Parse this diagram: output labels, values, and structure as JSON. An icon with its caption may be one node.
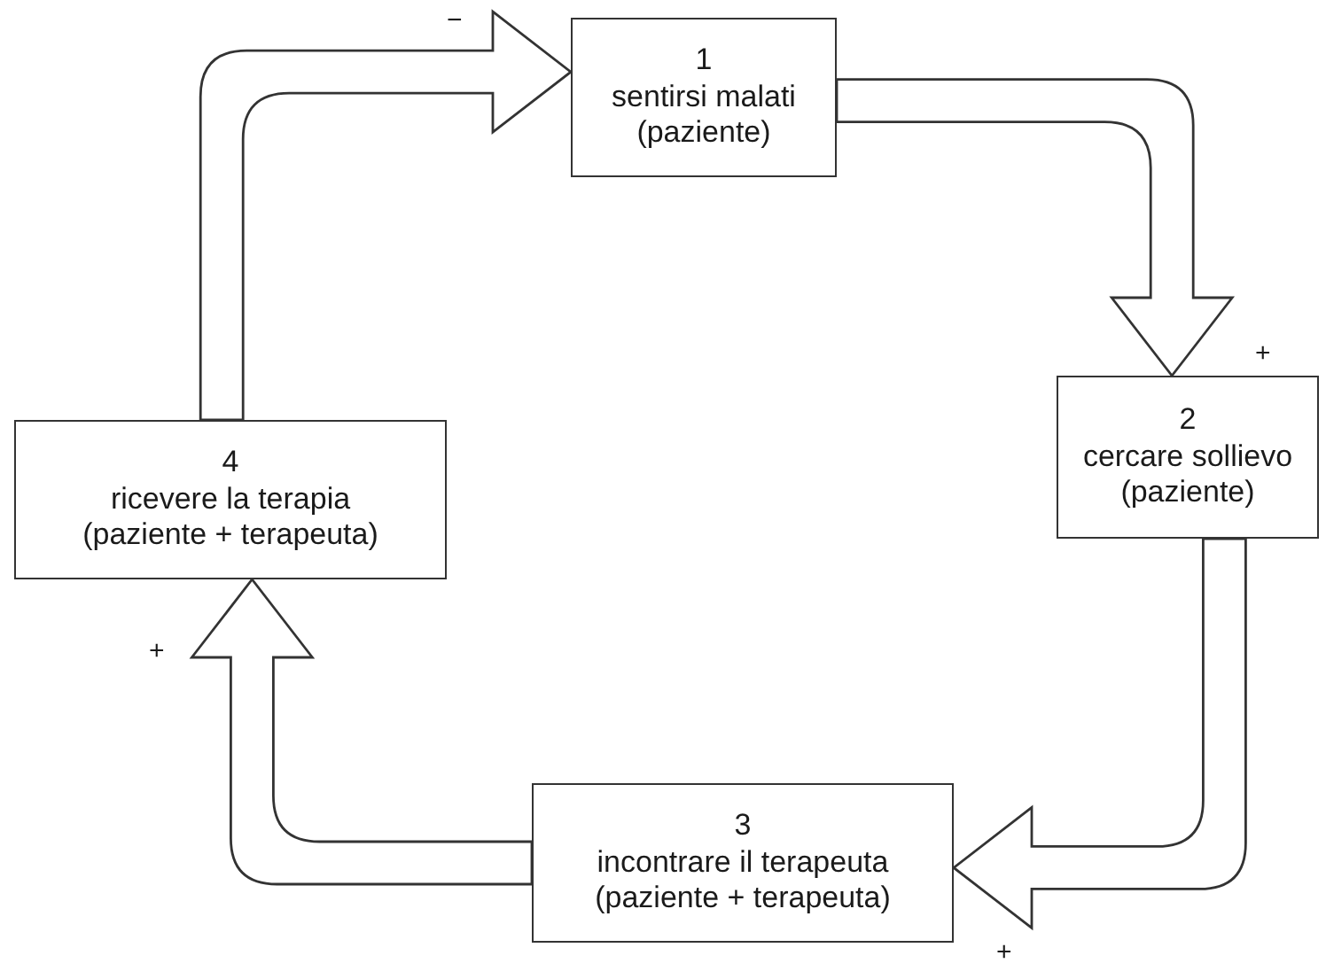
{
  "diagram": {
    "nodes": [
      {
        "text": [
          "1",
          "sentirsi malati",
          "(paziente)"
        ]
      },
      {
        "text": [
          "2",
          "cercare sollievo",
          "(paziente)"
        ]
      },
      {
        "text": [
          "3",
          "incontrare il terapeuta",
          "(paziente + terapeuta)"
        ]
      },
      {
        "text": [
          "4",
          "ricevere la terapia",
          "(paziente + terapeuta)"
        ]
      }
    ],
    "edges": [
      {
        "from": 3,
        "to": 0,
        "arrow": "to"
      },
      {
        "from": 0,
        "to": 1,
        "arrow": "to"
      },
      {
        "from": 1,
        "to": 2,
        "arrow": "to"
      },
      {
        "from": 2,
        "to": 3,
        "arrow": "to"
      }
    ],
    "labels": [
      "−",
      "+",
      "+",
      "+"
    ]
  }
}
